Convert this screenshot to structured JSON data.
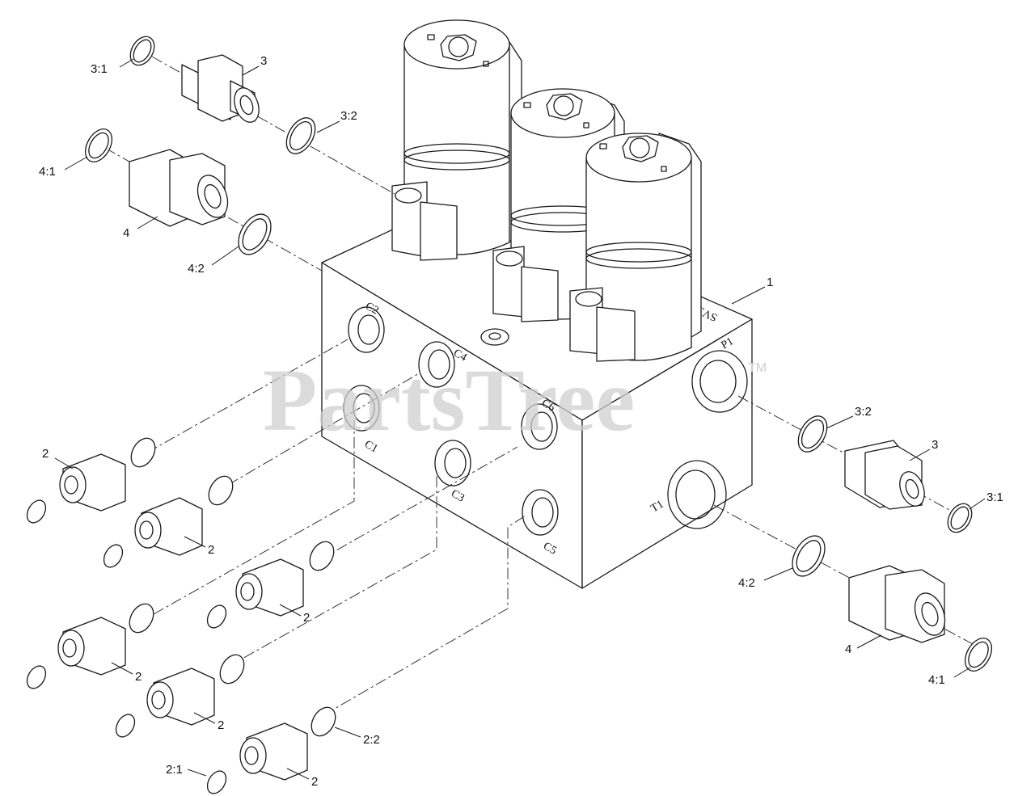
{
  "watermark": {
    "text": "PartsTree",
    "trademark": "TM"
  },
  "ports": [
    "C2",
    "C4",
    "C1",
    "C6",
    "C3",
    "C5",
    "P1",
    "T1",
    "SV3"
  ],
  "callouts": {
    "manifold": "1",
    "fitting_2": "2",
    "fitting_3": "3",
    "fitting_4": "4",
    "oring_2_1": "2:1",
    "oring_2_2": "2:2",
    "oring_3_1": "3:1",
    "oring_3_2": "3:2",
    "oring_4_1": "4:1",
    "oring_4_2": "4:2"
  }
}
